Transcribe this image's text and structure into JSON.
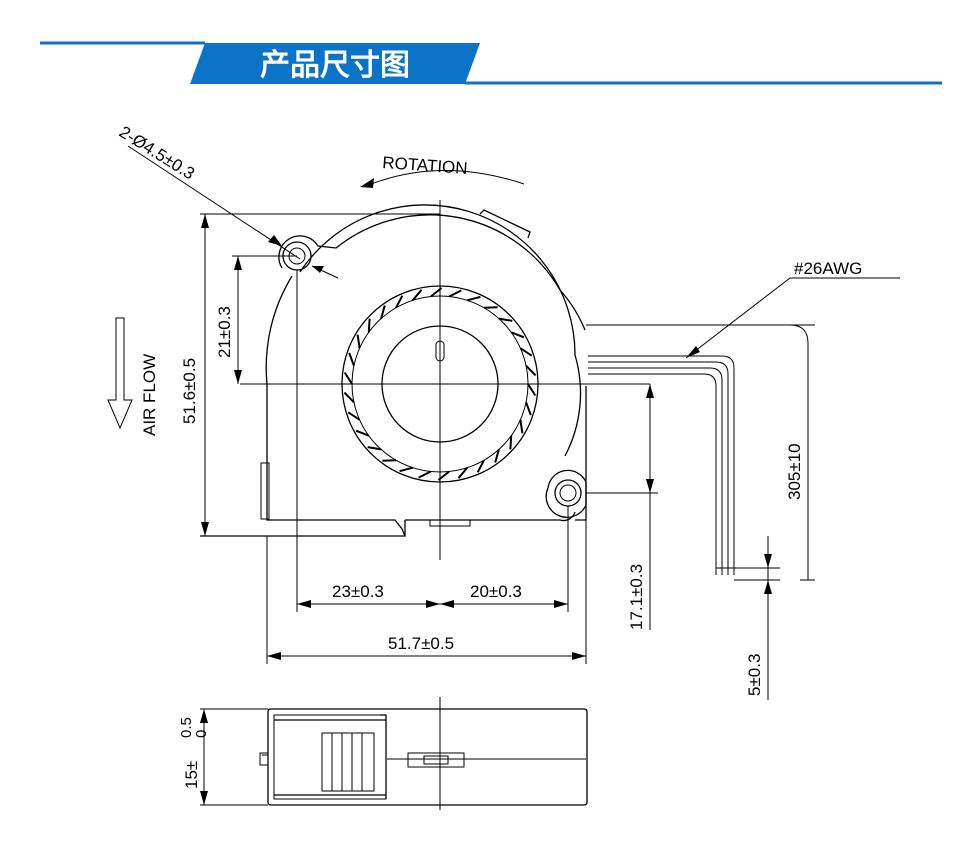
{
  "header": {
    "title": "产品尺寸图",
    "accent_color": "#0b74c9"
  },
  "labels": {
    "hole_spec": "2-Ø4.5±0.3",
    "rotation": "ROTATION",
    "wire_gauge": "#26AWG",
    "air_flow": "AIR FLOW",
    "height_overall": "51.6±0.5",
    "hole_offset_vertical": "21±0.3",
    "hole_offset_right": "17.1±0.3",
    "lead_length": "305±10",
    "left_offset": "23±0.3",
    "right_offset": "20±0.3",
    "width_overall": "51.7±0.5",
    "strip_length": "5±0.3",
    "thickness": "15±",
    "thickness_tol_upper": "0.5",
    "thickness_tol_lower": "0"
  }
}
